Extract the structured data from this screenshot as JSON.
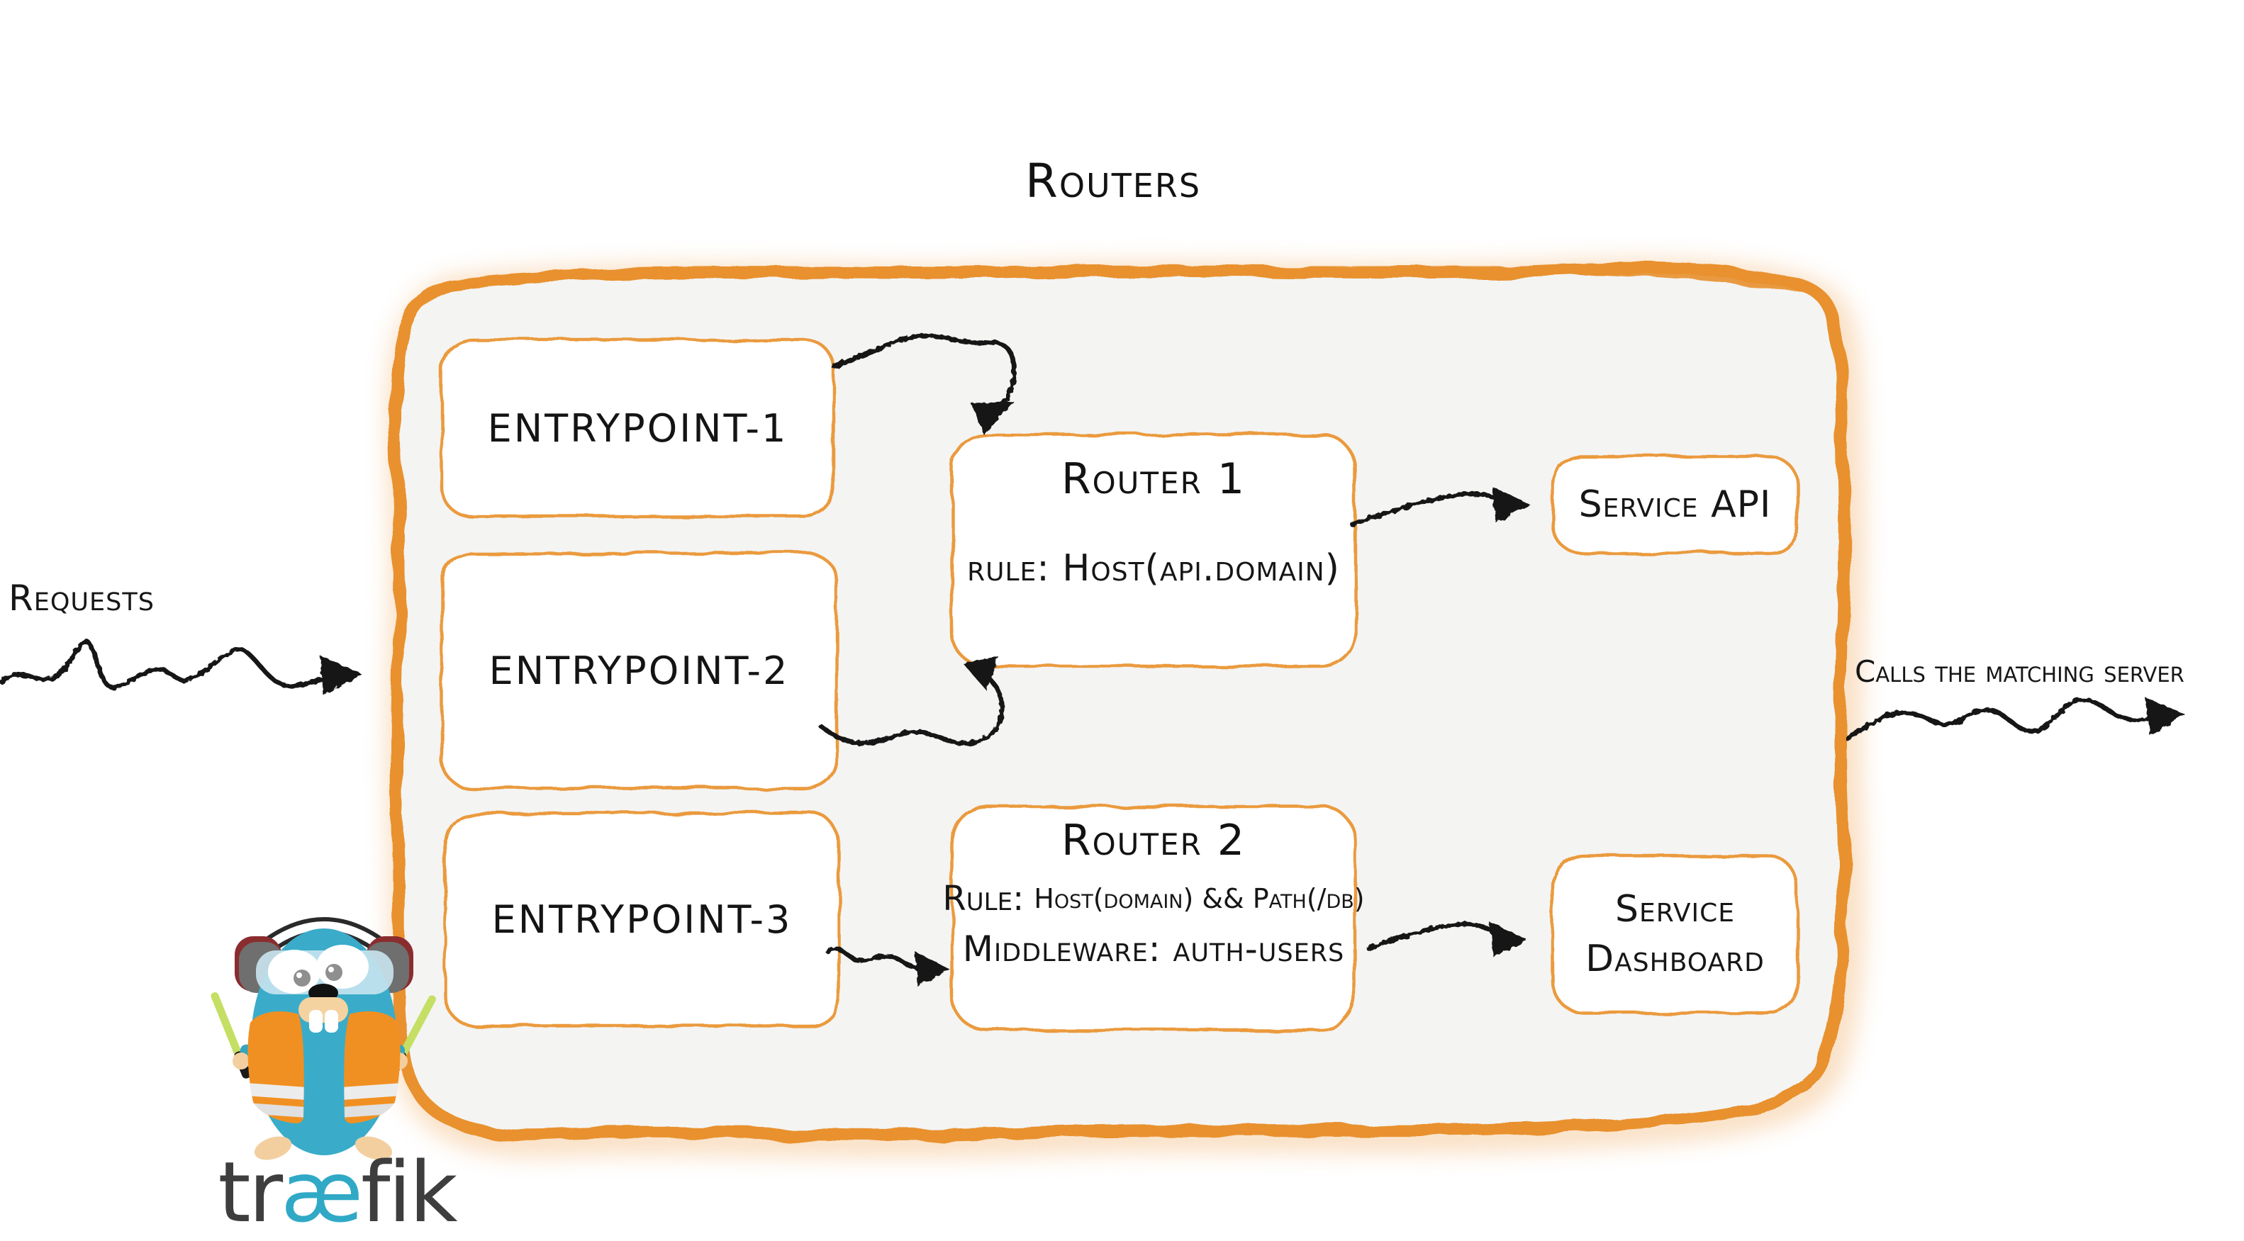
{
  "title": "Routers",
  "requests_label": "Requests",
  "output_label": "Calls the matching server",
  "entrypoints": [
    {
      "label": "entrypoint-1"
    },
    {
      "label": "entrypoint-2"
    },
    {
      "label": "entrypoint-3"
    }
  ],
  "routers": [
    {
      "name": "Router 1",
      "rule": "rule: Host(api.domain)"
    },
    {
      "name": "Router 2",
      "rule_label": "Rule:",
      "rule_value": "Host(domain) && Path(/db)",
      "middleware": "Middleware: auth-users"
    }
  ],
  "services": [
    {
      "label": "Service API"
    },
    {
      "line1": "Service",
      "line2": "Dashboard"
    }
  ],
  "logo": {
    "prefix": "tr",
    "ligature": "æ",
    "suffix": "fik"
  },
  "colors": {
    "container_border": "#E8912D",
    "box_border": "#EA9A3E",
    "container_fill": "#F4F4F3",
    "ink": "#161616",
    "gopher_body": "#3AACC9",
    "vest_orange": "#F19022",
    "stick_green": "#C4DF63",
    "logo_text": "#3E3E3E",
    "logo_accent": "#30A9C6"
  }
}
